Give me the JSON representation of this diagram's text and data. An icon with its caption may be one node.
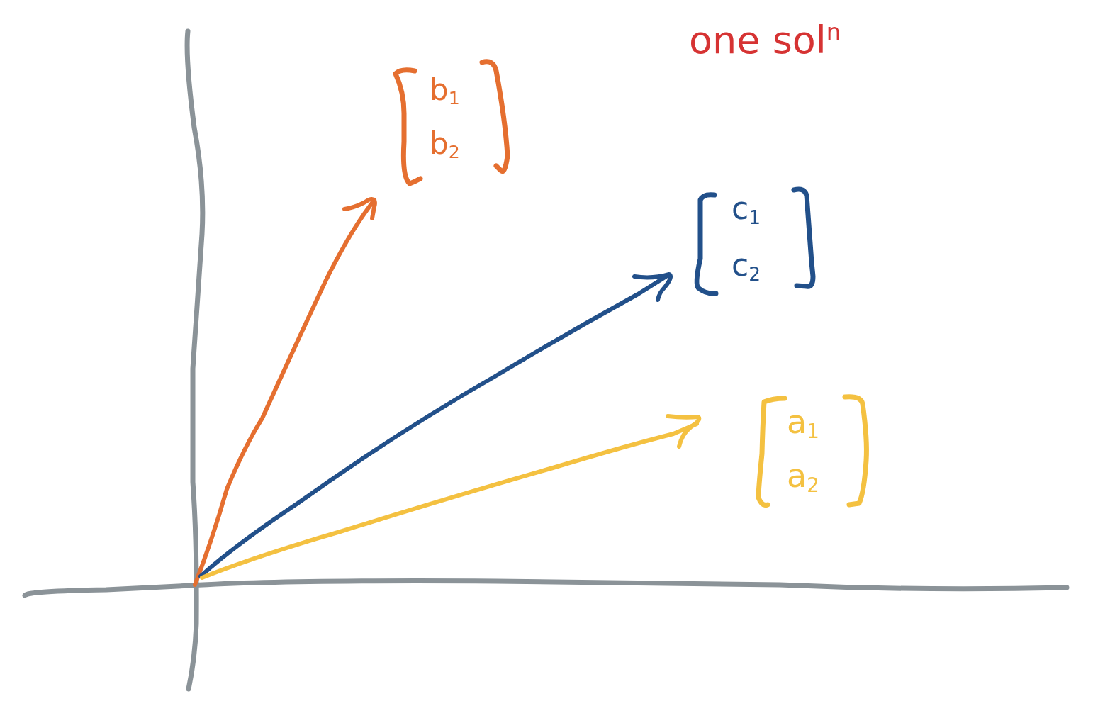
{
  "diagram": {
    "labels": [
      "one sol$^{n}$",
      "b$_{1}$",
      "b$_{2}$",
      "c$_{1}$",
      "c$_{2}$",
      "a$_{1}$",
      "a$_{2}$"
    ]
  }
}
